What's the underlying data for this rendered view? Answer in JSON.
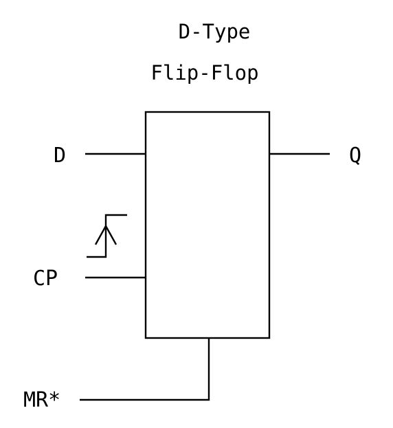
{
  "title": {
    "line1": "D-Type",
    "line2": "Flip-Flop"
  },
  "pins": {
    "d": "D",
    "q": "Q",
    "cp": "CP",
    "mr": "MR*"
  },
  "symbols": {
    "clock_edge": "rising-edge-icon"
  },
  "colors": {
    "stroke": "#000000",
    "background": "#ffffff"
  }
}
